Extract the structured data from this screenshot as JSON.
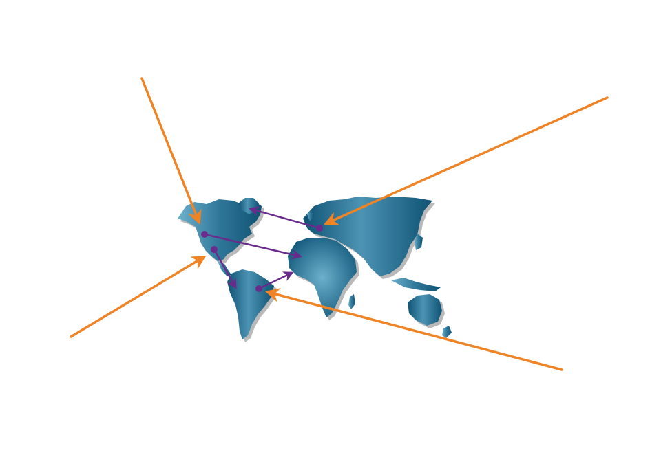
{
  "colors": {
    "background": "#ffffff",
    "land_dark": "#0f5273",
    "land_mid": "#3f86a8",
    "land_light": "#6cb0cc",
    "land_shadow": "#b9b9b9",
    "orange_arrow": "#ef8427",
    "purple_arrow": "#6a2c8c"
  },
  "map": {
    "icon": "world-map-icon",
    "continents": [
      "north-america",
      "greenland",
      "south-america",
      "europe-asia",
      "africa",
      "madagascar",
      "australia",
      "new-zealand",
      "japan",
      "indonesia",
      "uk"
    ]
  },
  "arrows": {
    "orange_count": 4,
    "purple_count": 4
  }
}
